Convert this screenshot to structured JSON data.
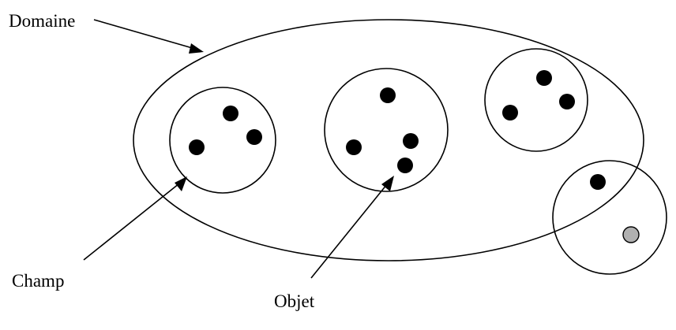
{
  "labels": {
    "domaine": "Domaine",
    "champ": "Champ",
    "objet": "Objet"
  },
  "colors": {
    "stroke": "#000000",
    "object_fill": "#000000",
    "special_object_fill": "#b0b0b0",
    "background": "#ffffff"
  },
  "domaine": {
    "champ_count": 4,
    "objets_per_champ": [
      3,
      4,
      3,
      2
    ]
  }
}
